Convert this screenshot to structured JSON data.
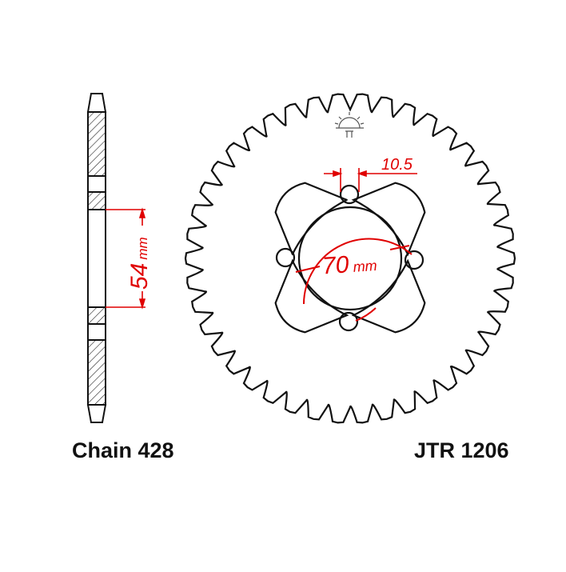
{
  "diagram": {
    "chain_label": "Chain 428",
    "part_number": "JTR 1206",
    "dimensions": {
      "hub_width_value": "54",
      "hub_width_unit": "mm",
      "bolt_circle_value": "70",
      "bolt_circle_unit": "mm",
      "bolt_hole_diameter": "10.5"
    },
    "logo": "sun-logo",
    "colors": {
      "outline": "#111111",
      "dimension": "#e00000"
    }
  }
}
